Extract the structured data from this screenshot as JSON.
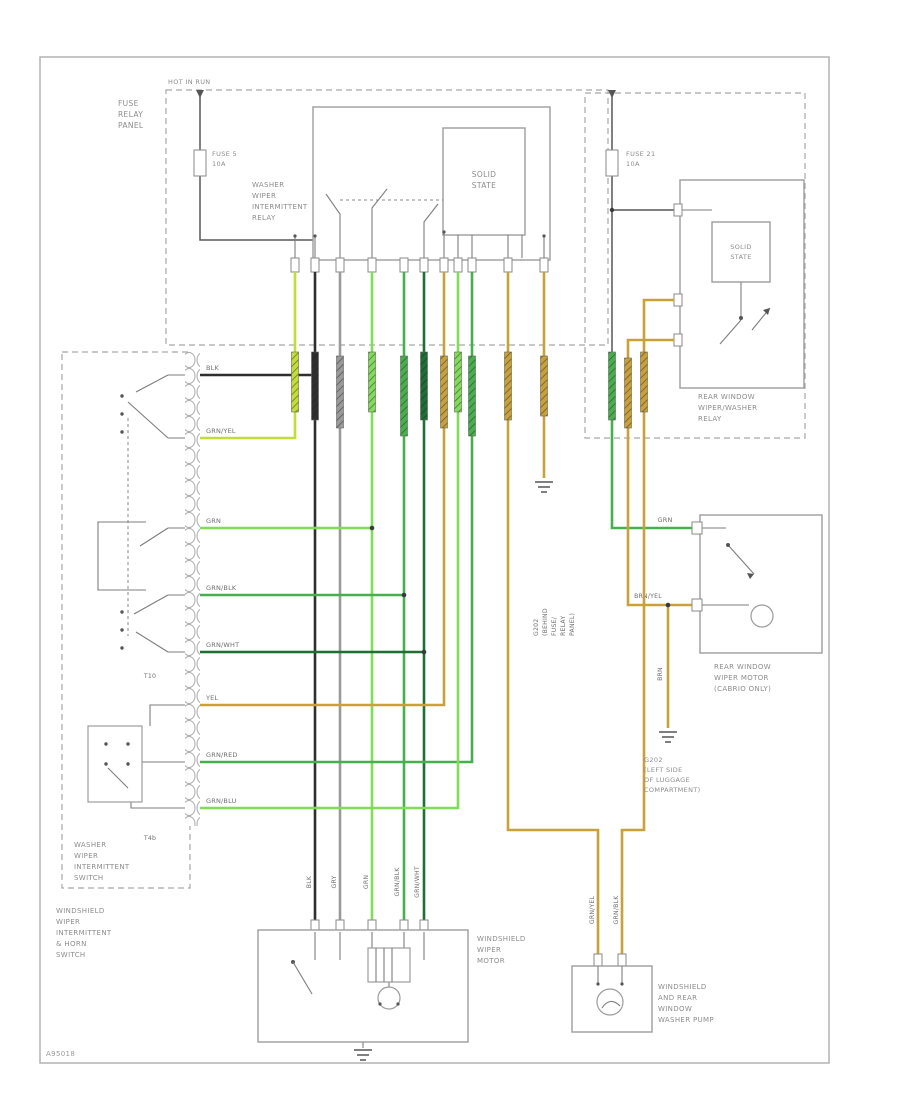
{
  "colors": {
    "blk": "#2f2f2f",
    "gry": "#9a9a9a",
    "grn": "#46b14c",
    "ltgrn": "#7fdd57",
    "dkgrn": "#1d6f33",
    "yelgrn": "#c3dc3a",
    "tan": "#c8a138"
  },
  "texts": {
    "corner_code": "A95018",
    "hot_note": "HOT IN RUN",
    "fuse_panel": [
      "FUSE",
      "RELAY",
      "PANEL"
    ],
    "fuse_left": [
      "FUSE 5",
      "10A"
    ],
    "fuse_right": [
      "FUSE 21",
      "10A"
    ],
    "relay_main": [
      "WASHER",
      "WIPER",
      "INTERMITTENT",
      "RELAY"
    ],
    "solid_state": [
      "SOLID",
      "STATE"
    ],
    "relay_rear": [
      "REAR WINDOW",
      "WIPER/WASHER",
      "RELAY"
    ],
    "switch_inner": [
      "WASHER",
      "WIPER",
      "INTERMITTENT",
      "SWITCH"
    ],
    "switch_outer": [
      "WINDSHIELD",
      "WIPER",
      "INTERMITTENT",
      "& HORN",
      "SWITCH"
    ],
    "motor_front": [
      "WINDSHIELD",
      "WIPER",
      "MOTOR"
    ],
    "pump": [
      "WINDSHIELD",
      "AND REAR",
      "WINDOW",
      "WASHER PUMP"
    ],
    "motor_rear": [
      "REAR WINDOW",
      "WIPER MOTOR",
      "(CABRIO ONLY)"
    ],
    "g202_rear": [
      "G202",
      "(LEFT SIDE",
      "OF LUGGAGE",
      "COMPARTMENT)"
    ],
    "g202_panel": [
      "G202",
      "(BEHIND",
      "FUSE/",
      "RELAY",
      "PANEL)"
    ],
    "conn_top": "T10",
    "conn_bottom": "T4b"
  },
  "wire_labels": {
    "pin1": "BLK",
    "pin2": "GRN/YEL",
    "pin3": "GRN",
    "pin4": "GRN/BLK",
    "pin5": "GRN/WHT",
    "pin6": "YEL",
    "pin7": "GRN/RED",
    "pin8": "GRN/BLU",
    "motor1": "BLK",
    "motor2": "GRY",
    "motor3": "GRN",
    "motor4": "GRN/BLK",
    "motor5": "GRN/WHT",
    "pump1": "GRN/YEL",
    "pump2": "GRN/BLK",
    "rear_feed": "GRN",
    "rear_low": "BRN/YEL",
    "rear_gnd": "BRN"
  }
}
